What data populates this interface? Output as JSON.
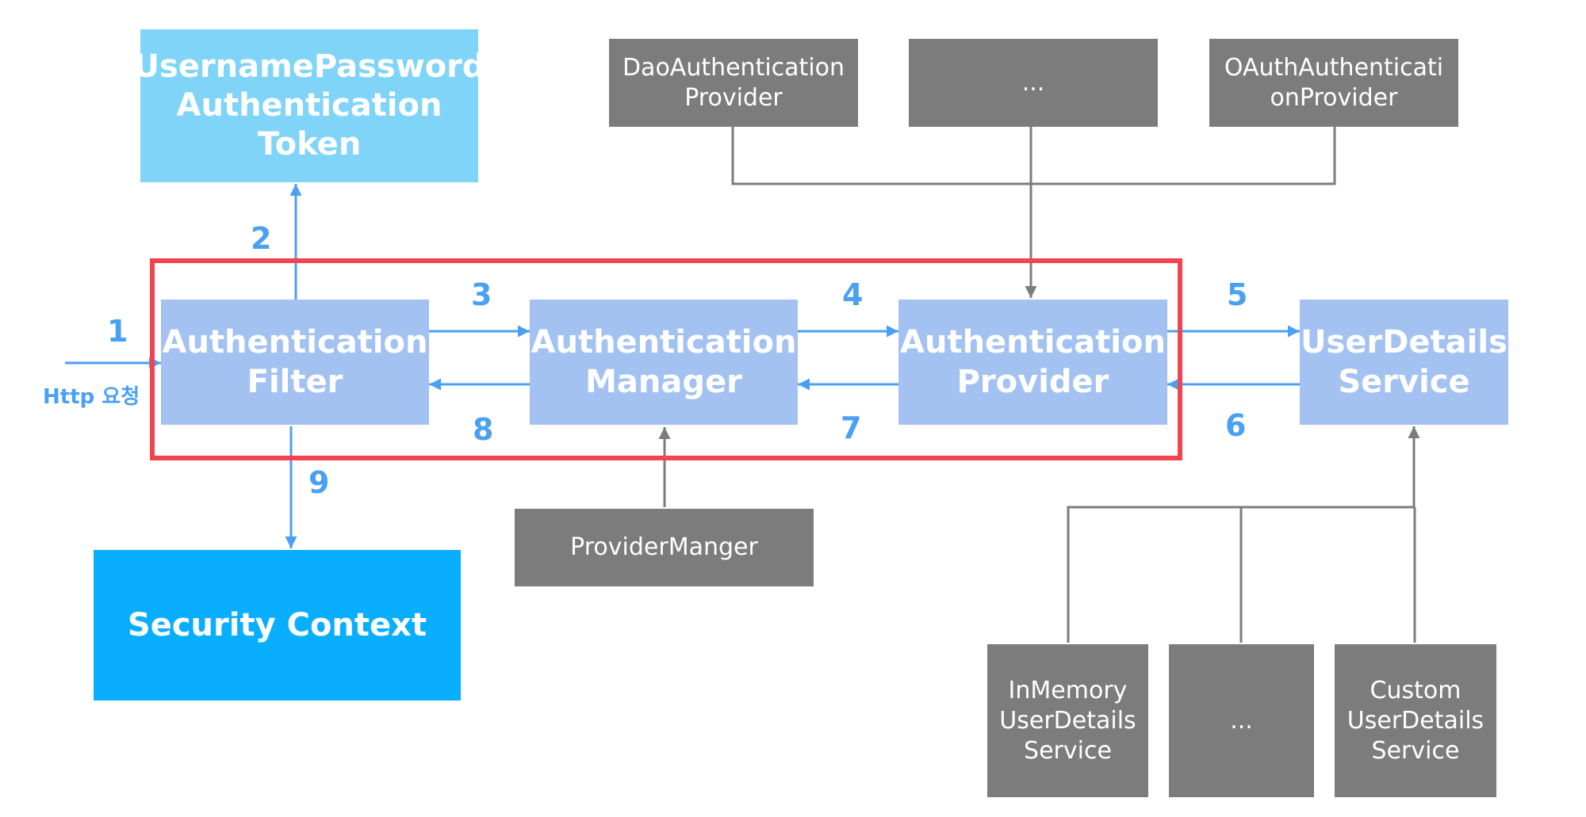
{
  "nodes": {
    "token": "UsernamePassword\nAuthentication\nToken",
    "filter": "Authentication\nFilter",
    "manager": "Authentication\nManager",
    "provider": "Authentication\nProvider",
    "user_details_service": "UserDetails\nService",
    "security_context": "Security Context",
    "provider_manger": "ProviderManger",
    "dao_provider": "DaoAuthentication\nProvider",
    "ellipsis_provider": "...",
    "oauth_provider": "OAuthAuthenticati\nonProvider",
    "inmemory_service": "InMemory\nUserDetails\nService",
    "ellipsis_service": "...",
    "custom_service": "Custom\nUserDetails\nService"
  },
  "steps": [
    "1",
    "2",
    "3",
    "4",
    "5",
    "6",
    "7",
    "8",
    "9"
  ],
  "http_request_label": "Http 요청",
  "colors": {
    "flow_arrow": "#4aa0f2",
    "gray_connector": "#7c7c7c",
    "focus_frame": "#f24350",
    "core_box": "#a3c2f2",
    "token_box": "#7fd4f8",
    "security_context_box": "#0aaefe",
    "implementation_box": "#7c7c7c"
  }
}
